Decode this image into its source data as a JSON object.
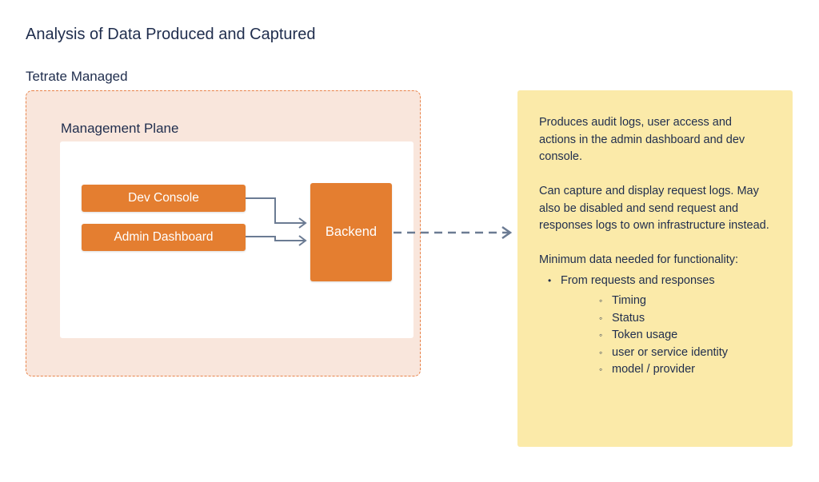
{
  "title": "Analysis of Data Produced and Captured",
  "region": {
    "label": "Tetrate Managed"
  },
  "management_plane": {
    "label": "Management Plane",
    "nodes": {
      "dev_console": "Dev Console",
      "admin_dashboard": "Admin Dashboard",
      "backend": "Backend"
    }
  },
  "note": {
    "para1": "Produces audit logs, user access and actions in the admin dashboard and dev console.",
    "para2": "Can capture and display request logs. May also be disabled and send request and responses logs to own infrastructure instead.",
    "para3": "Minimum data needed for functionality:",
    "bullet": "From requests and responses",
    "sub_items": [
      "Timing",
      "Status",
      "Token usage",
      "user or service identity",
      "model / provider"
    ]
  },
  "colors": {
    "node_fill": "#e47e30",
    "managed_fill": "#f9e6dc",
    "managed_border": "#e8834a",
    "note_fill": "#fbeaa9",
    "connector": "#6b7b93"
  }
}
